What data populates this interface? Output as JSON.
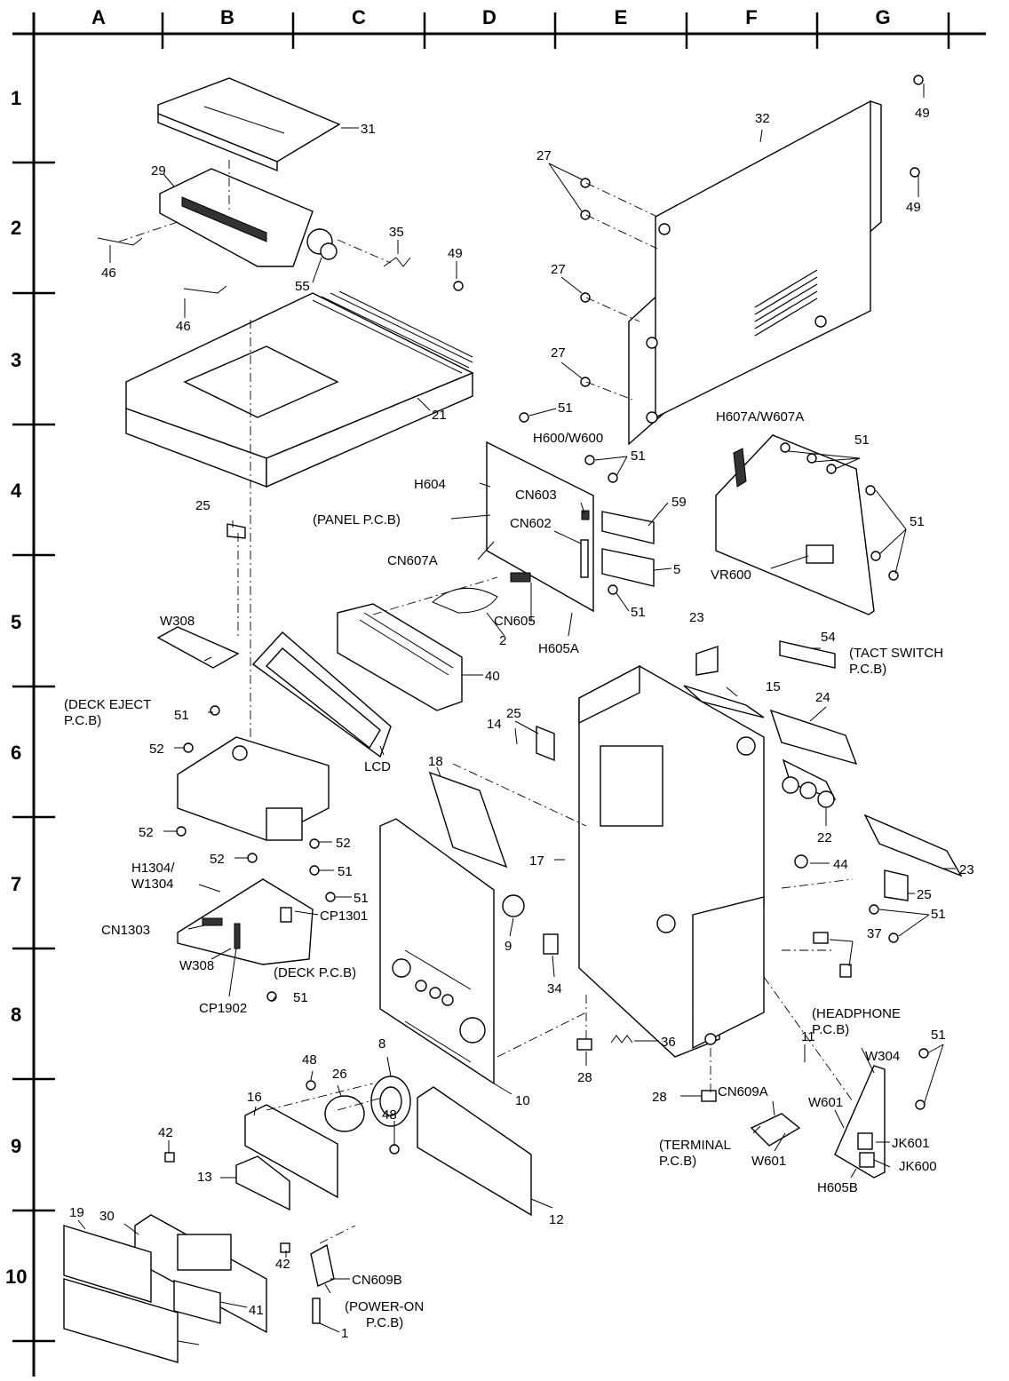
{
  "grid": {
    "columns": [
      "A",
      "B",
      "C",
      "D",
      "E",
      "F",
      "G"
    ],
    "rows": [
      "1",
      "2",
      "3",
      "4",
      "5",
      "6",
      "7",
      "8",
      "9",
      "10"
    ]
  },
  "callouts": [
    "31",
    "29",
    "46",
    "35",
    "55",
    "49",
    "32",
    "27",
    "21",
    "51",
    "H600/W600",
    "H607A/W607A",
    "H604",
    "CN603",
    "59",
    "(PANEL P.C.B)",
    "CN602",
    "25",
    "CN607A",
    "VR600",
    "5",
    "23",
    "CN605",
    "H605A",
    "2",
    "(TACT SWITCH",
    "P.C.B)",
    "W308",
    "54",
    "40",
    "(DECK EJECT",
    "P.C.B)",
    "15",
    "24",
    "18",
    "14",
    "52",
    "LCD",
    "22",
    "17",
    "44",
    "H1304/",
    "W1304",
    "CP1301",
    "CN1303",
    "9",
    "37",
    "(DECK P.C.B)",
    "CP1902",
    "34",
    "8",
    "36",
    "28",
    "(HEADPHONE",
    "W304",
    "48",
    "26",
    "10",
    "CN609A",
    "W601",
    "16",
    "42",
    "JK601",
    "(TERMINAL",
    "JK600",
    "13",
    "H605B",
    "19",
    "30",
    "12",
    "CN609B",
    "(POWER-ON",
    "41",
    "1",
    "11"
  ]
}
